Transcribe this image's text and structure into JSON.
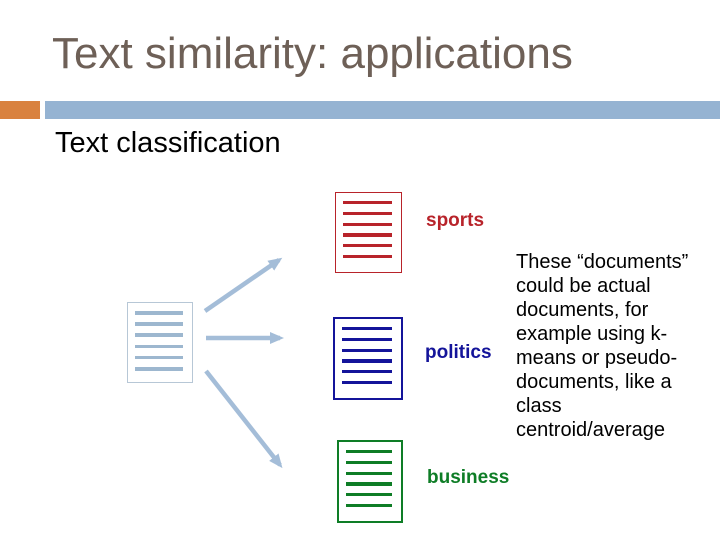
{
  "slide": {
    "title": "Text similarity: applications",
    "section_heading": "Text classification"
  },
  "colors": {
    "title_text": "#6e6057",
    "accent_orange": "#d9823f",
    "accent_blue": "#95b3d2",
    "source_doc": "#9db7cf",
    "source_doc_border": "#b7c7d6",
    "arrow": "#a4bdd8",
    "body_text": "#000000"
  },
  "diagram": {
    "categories": [
      {
        "label": "sports",
        "color": "#b8232a"
      },
      {
        "label": "politics",
        "color": "#14149a"
      },
      {
        "label": "business",
        "color": "#0e7d26"
      }
    ]
  },
  "note": "These “documents”\ncould be actual\ndocuments, for\nexample using k-\nmeans or pseudo-\ndocuments, like a\nclass\ncentroid/average"
}
